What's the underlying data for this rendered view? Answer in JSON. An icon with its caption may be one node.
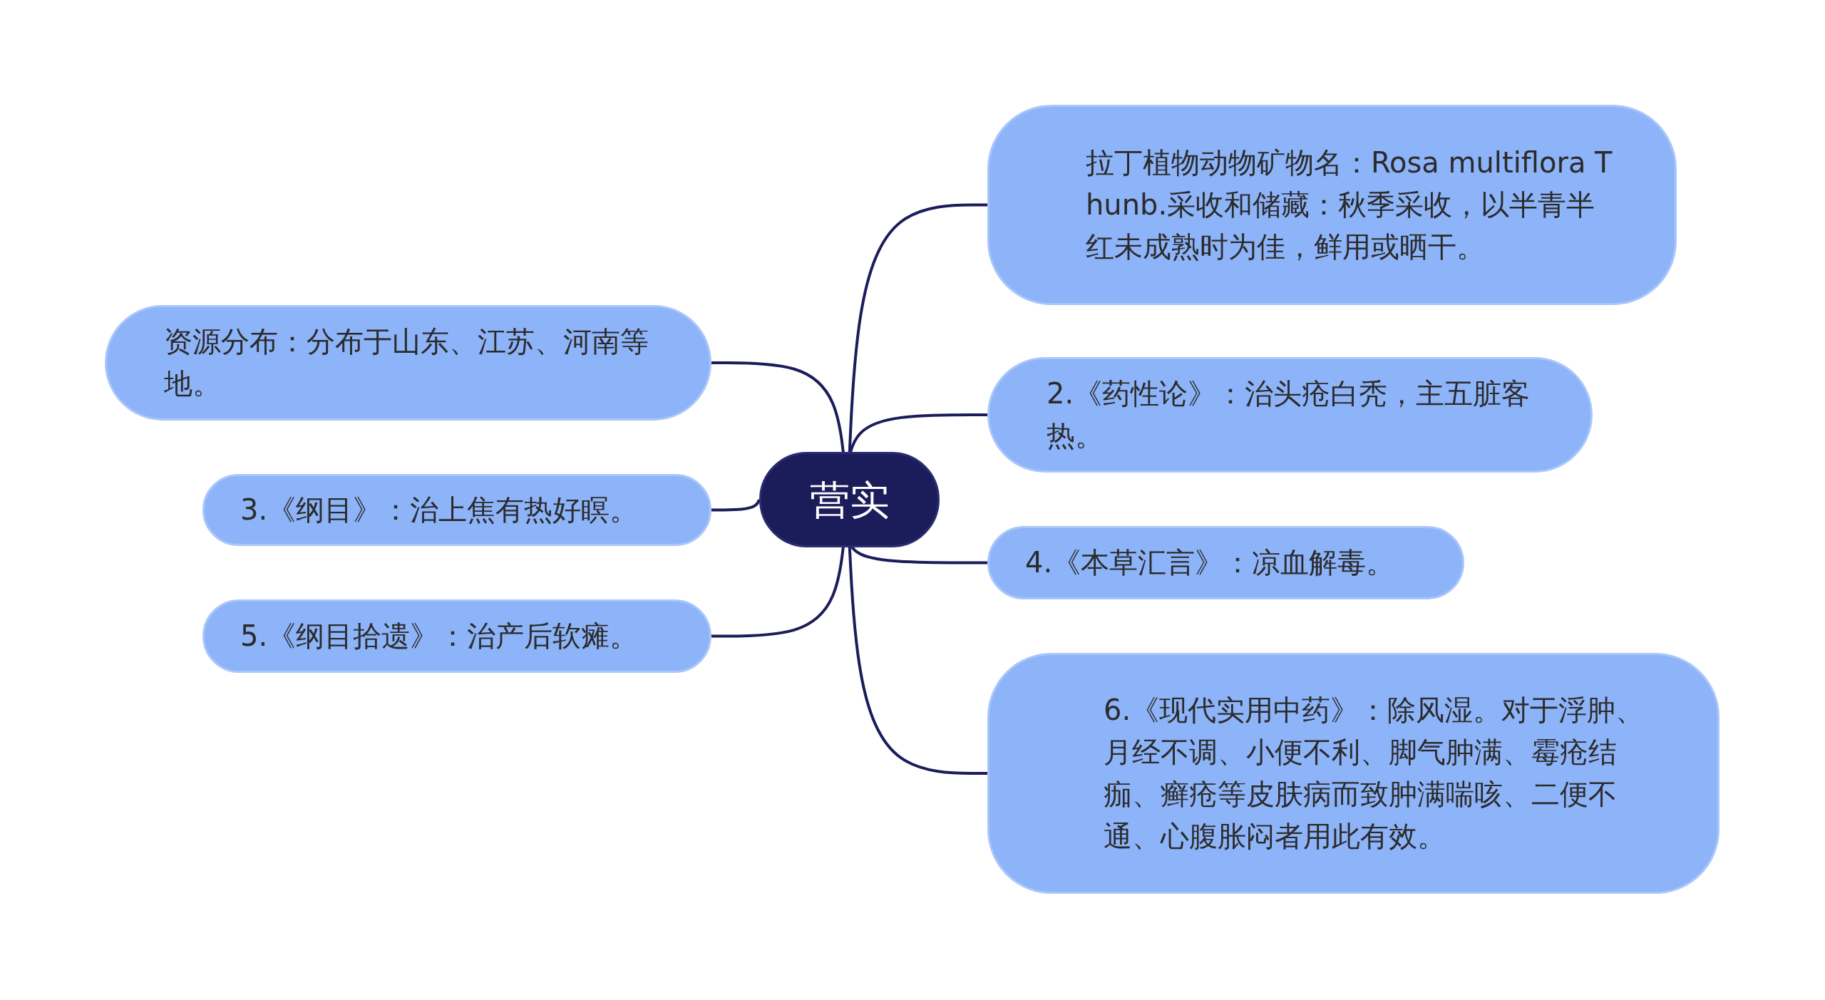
{
  "diagram": {
    "nodes": [
      {
        "text": [
          "营实"
        ]
      },
      {
        "text": [
          "拉丁植物动物矿物名：Rosa multiflora Thunb.采收和储藏：秋季采收，以半青半红未成熟时为佳，鲜用或晒干。"
        ]
      },
      {
        "text": [
          "资源分布：分布于山东、江苏、河南等地。"
        ]
      },
      {
        "text": [
          "2.《药性论》：治头疮白秃，主五脏客热。"
        ]
      },
      {
        "text": [
          "3.《纲目》：治上焦有热好瞑。"
        ]
      },
      {
        "text": [
          "4.《本草汇言》：凉血解毒。"
        ]
      },
      {
        "text": [
          "5.《纲目拾遗》：治产后软瘫。"
        ]
      },
      {
        "text": [
          "6.《现代实用中药》：除风湿。对于浮肿、月经不调、小便不利、脚气肿满、霉疮结痂、癣疮等皮肤病而致肿满喘咳、二便不通、心腹胀闷者用此有效。"
        ]
      }
    ],
    "edges": [
      {
        "from": 0,
        "to": 1,
        "arrow": "none"
      },
      {
        "from": 0,
        "to": 2,
        "arrow": "none"
      },
      {
        "from": 0,
        "to": 3,
        "arrow": "none"
      },
      {
        "from": 0,
        "to": 4,
        "arrow": "none"
      },
      {
        "from": 0,
        "to": 5,
        "arrow": "none"
      },
      {
        "from": 0,
        "to": 6,
        "arrow": "none"
      },
      {
        "from": 0,
        "to": 7,
        "arrow": "none"
      }
    ]
  }
}
